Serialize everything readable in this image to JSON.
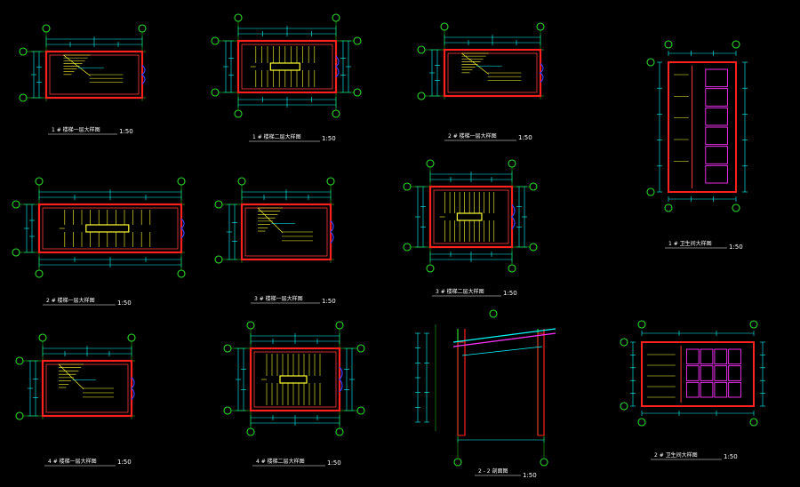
{
  "drawing": {
    "background": "#000000",
    "colors": {
      "wall": "#ff2020",
      "wall_inner": "#ff3b3b",
      "dimension": "#00ffff",
      "stair": "#ffff33",
      "grid": "#2bd92b",
      "door": "#3040ff",
      "toilet": "#ff33ff",
      "text": "#ffffff"
    },
    "captions": [
      {
        "text": "1 # 楼梯一层大样图",
        "scale": "1:50"
      },
      {
        "text": "1 # 楼梯二层大样图",
        "scale": "1:50"
      },
      {
        "text": "2 # 楼梯一层大样图",
        "scale": "1:50"
      },
      {
        "text": "1 # 卫生间大样图",
        "scale": "1:50"
      },
      {
        "text": "2 # 楼梯一层大样图",
        "scale": "1:50"
      },
      {
        "text": "3 # 楼梯一层大样图",
        "scale": "1:50"
      },
      {
        "text": "3 # 楼梯二层大样图",
        "scale": "1:50"
      },
      {
        "text": "4 # 楼梯一层大样图",
        "scale": "1:50"
      },
      {
        "text": "4 # 楼梯二层大样图",
        "scale": "1:50"
      },
      {
        "text": "2 - 2 剖面图",
        "scale": "1:50"
      },
      {
        "text": "2 # 卫生间大样图",
        "scale": "1:50"
      }
    ]
  }
}
